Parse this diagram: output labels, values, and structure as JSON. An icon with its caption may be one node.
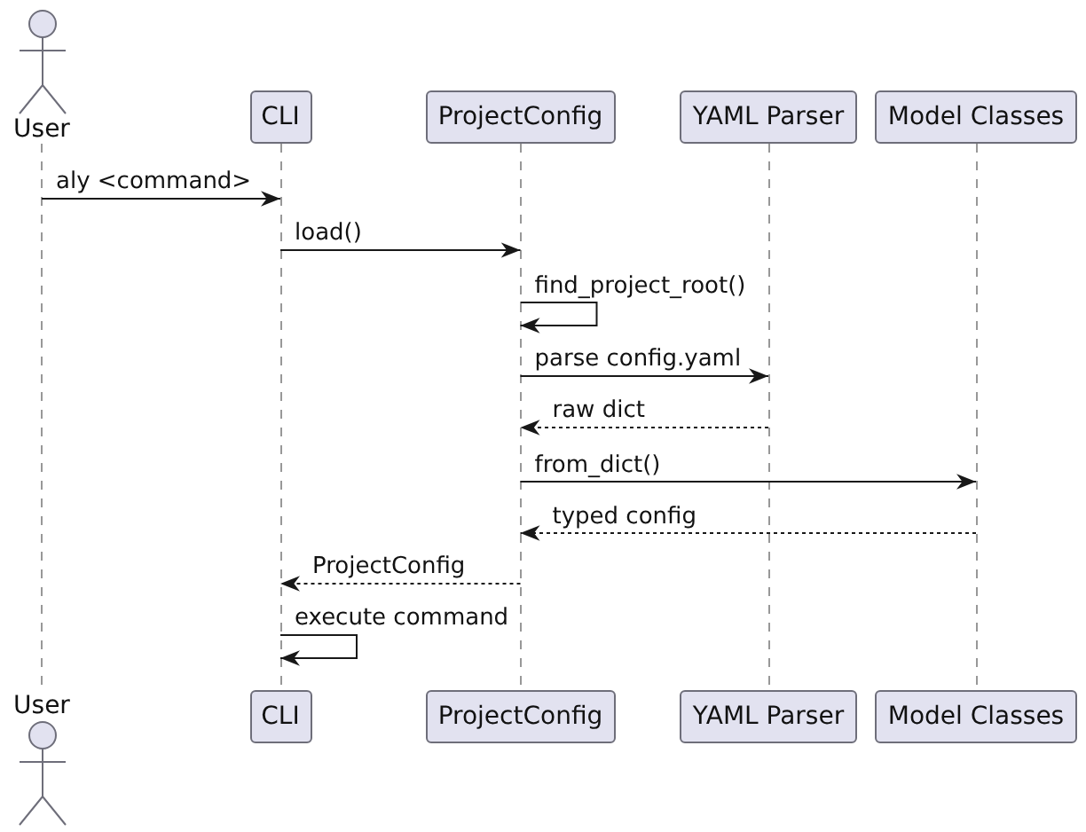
{
  "diagram": {
    "nodes": [
      {
        "text": [
          "User"
        ]
      },
      {
        "text": [
          "CLI"
        ]
      },
      {
        "text": [
          "ProjectConfig"
        ]
      },
      {
        "text": [
          "YAML Parser"
        ]
      },
      {
        "text": [
          "Model Classes"
        ]
      },
      {
        "text": [],
        "shape": "line"
      },
      {
        "text": [],
        "shape": "line"
      },
      {
        "text": [],
        "shape": "line"
      },
      {
        "text": [],
        "shape": "line"
      },
      {
        "text": [],
        "shape": "line"
      },
      {
        "text": [
          "User"
        ]
      },
      {
        "text": [
          "CLI"
        ]
      },
      {
        "text": [
          "ProjectConfig"
        ]
      },
      {
        "text": [
          "YAML Parser"
        ]
      },
      {
        "text": [
          "Model Classes"
        ]
      }
    ],
    "edges": [
      {
        "from": 5,
        "to": 6,
        "arrow": "to",
        "label": "aly <command>"
      },
      {
        "from": 6,
        "to": 7,
        "arrow": "to",
        "label": "load()"
      },
      {
        "from": 7,
        "to": 7,
        "arrow": "to",
        "label": "find_project_root()"
      },
      {
        "from": 7,
        "to": 8,
        "arrow": "to",
        "label": "parse config.yaml"
      },
      {
        "from": 8,
        "to": 7,
        "arrow": "to",
        "label": "raw dict",
        "style": "dashed"
      },
      {
        "from": 7,
        "to": 9,
        "arrow": "to",
        "label": "from_dict()"
      },
      {
        "from": 9,
        "to": 7,
        "arrow": "to",
        "label": "typed config",
        "style": "dashed"
      },
      {
        "from": 7,
        "to": 6,
        "arrow": "to",
        "label": "ProjectConfig",
        "style": "dashed"
      },
      {
        "from": 6,
        "to": 6,
        "arrow": "to",
        "label": "execute command"
      }
    ]
  }
}
